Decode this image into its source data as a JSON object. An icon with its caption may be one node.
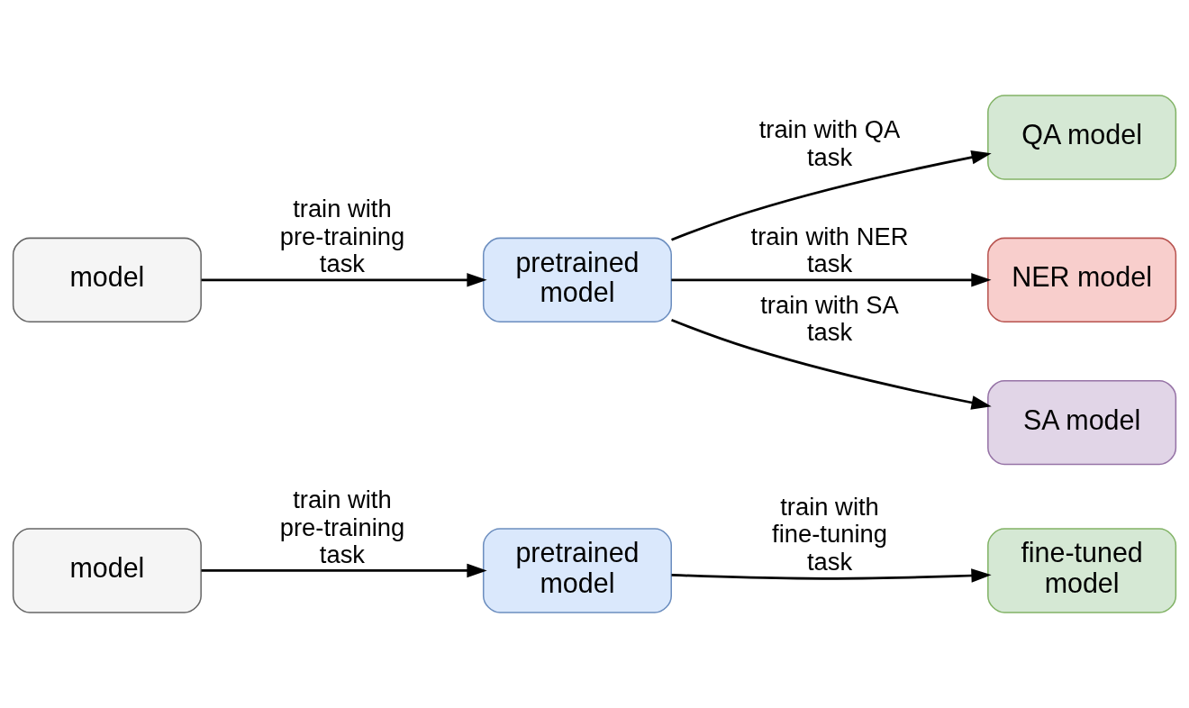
{
  "diagram": {
    "nodes": [
      {
        "text": [
          "model"
        ]
      },
      {
        "text": [
          "pretrained model"
        ]
      },
      {
        "text": [
          "fine-tuned model"
        ]
      },
      {
        "text": [
          "model"
        ]
      },
      {
        "text": [
          "pretrained model"
        ]
      },
      {
        "text": [
          "QA model"
        ]
      },
      {
        "text": [
          "NER model"
        ]
      },
      {
        "text": [
          "SA model"
        ]
      }
    ],
    "edges": [
      {
        "from": 0,
        "to": 1,
        "arrow": "to",
        "label": "train with pre-training task"
      },
      {
        "from": 1,
        "to": 2,
        "arrow": "to",
        "label": "train with fine-tuning task"
      },
      {
        "from": 3,
        "to": 4,
        "arrow": "to",
        "label": "train with pre-training task"
      },
      {
        "from": 4,
        "to": 5,
        "arrow": "to",
        "label": "train with QA task"
      },
      {
        "from": 4,
        "to": 6,
        "arrow": "to",
        "label": "train with NER task"
      },
      {
        "from": 4,
        "to": 7,
        "arrow": "to",
        "label": "train with SA task"
      }
    ]
  }
}
